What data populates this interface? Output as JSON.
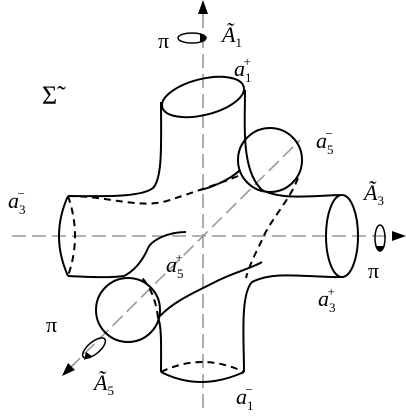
{
  "surface": {
    "label": "Σ̃"
  },
  "rotation_axes": [
    {
      "id": "A1",
      "symbol": "Ã",
      "subscript": "1",
      "angle": "π"
    },
    {
      "id": "A3",
      "symbol": "Ã",
      "subscript": "3",
      "angle": "π"
    },
    {
      "id": "A5",
      "symbol": "Ã",
      "subscript": "5",
      "angle": "π"
    }
  ],
  "boundary_labels": [
    {
      "id": "a1-plus",
      "letter": "a",
      "subscript": "1",
      "sign": "+"
    },
    {
      "id": "a1-minus",
      "letter": "a",
      "subscript": "1",
      "sign": "−"
    },
    {
      "id": "a3-plus",
      "letter": "a",
      "subscript": "3",
      "sign": "+"
    },
    {
      "id": "a3-minus",
      "letter": "a",
      "subscript": "3",
      "sign": "−"
    },
    {
      "id": "a5-plus",
      "letter": "a",
      "subscript": "5",
      "sign": "+"
    },
    {
      "id": "a5-minus",
      "letter": "a",
      "subscript": "5",
      "sign": "−"
    }
  ],
  "colors": {
    "ink": "#000000",
    "axis": "#999999"
  }
}
